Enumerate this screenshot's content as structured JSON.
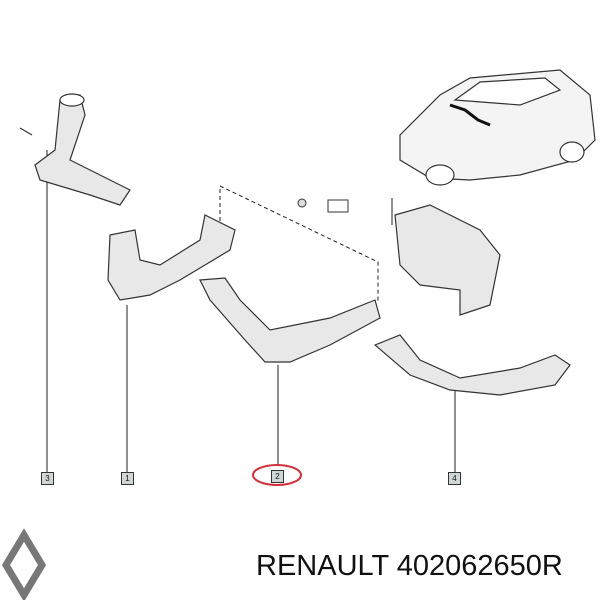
{
  "diagram": {
    "callouts": [
      {
        "id": "3",
        "label": "3"
      },
      {
        "id": "1",
        "label": "1"
      },
      {
        "id": "2",
        "label": "2",
        "highlighted": true
      },
      {
        "id": "4",
        "label": "4"
      }
    ],
    "highlight_color": "#d0303a",
    "line_color": "#222222"
  },
  "footer": {
    "brand": "RENAULT",
    "part_number": "402062650R",
    "logo": "renault-diamond-logo"
  }
}
